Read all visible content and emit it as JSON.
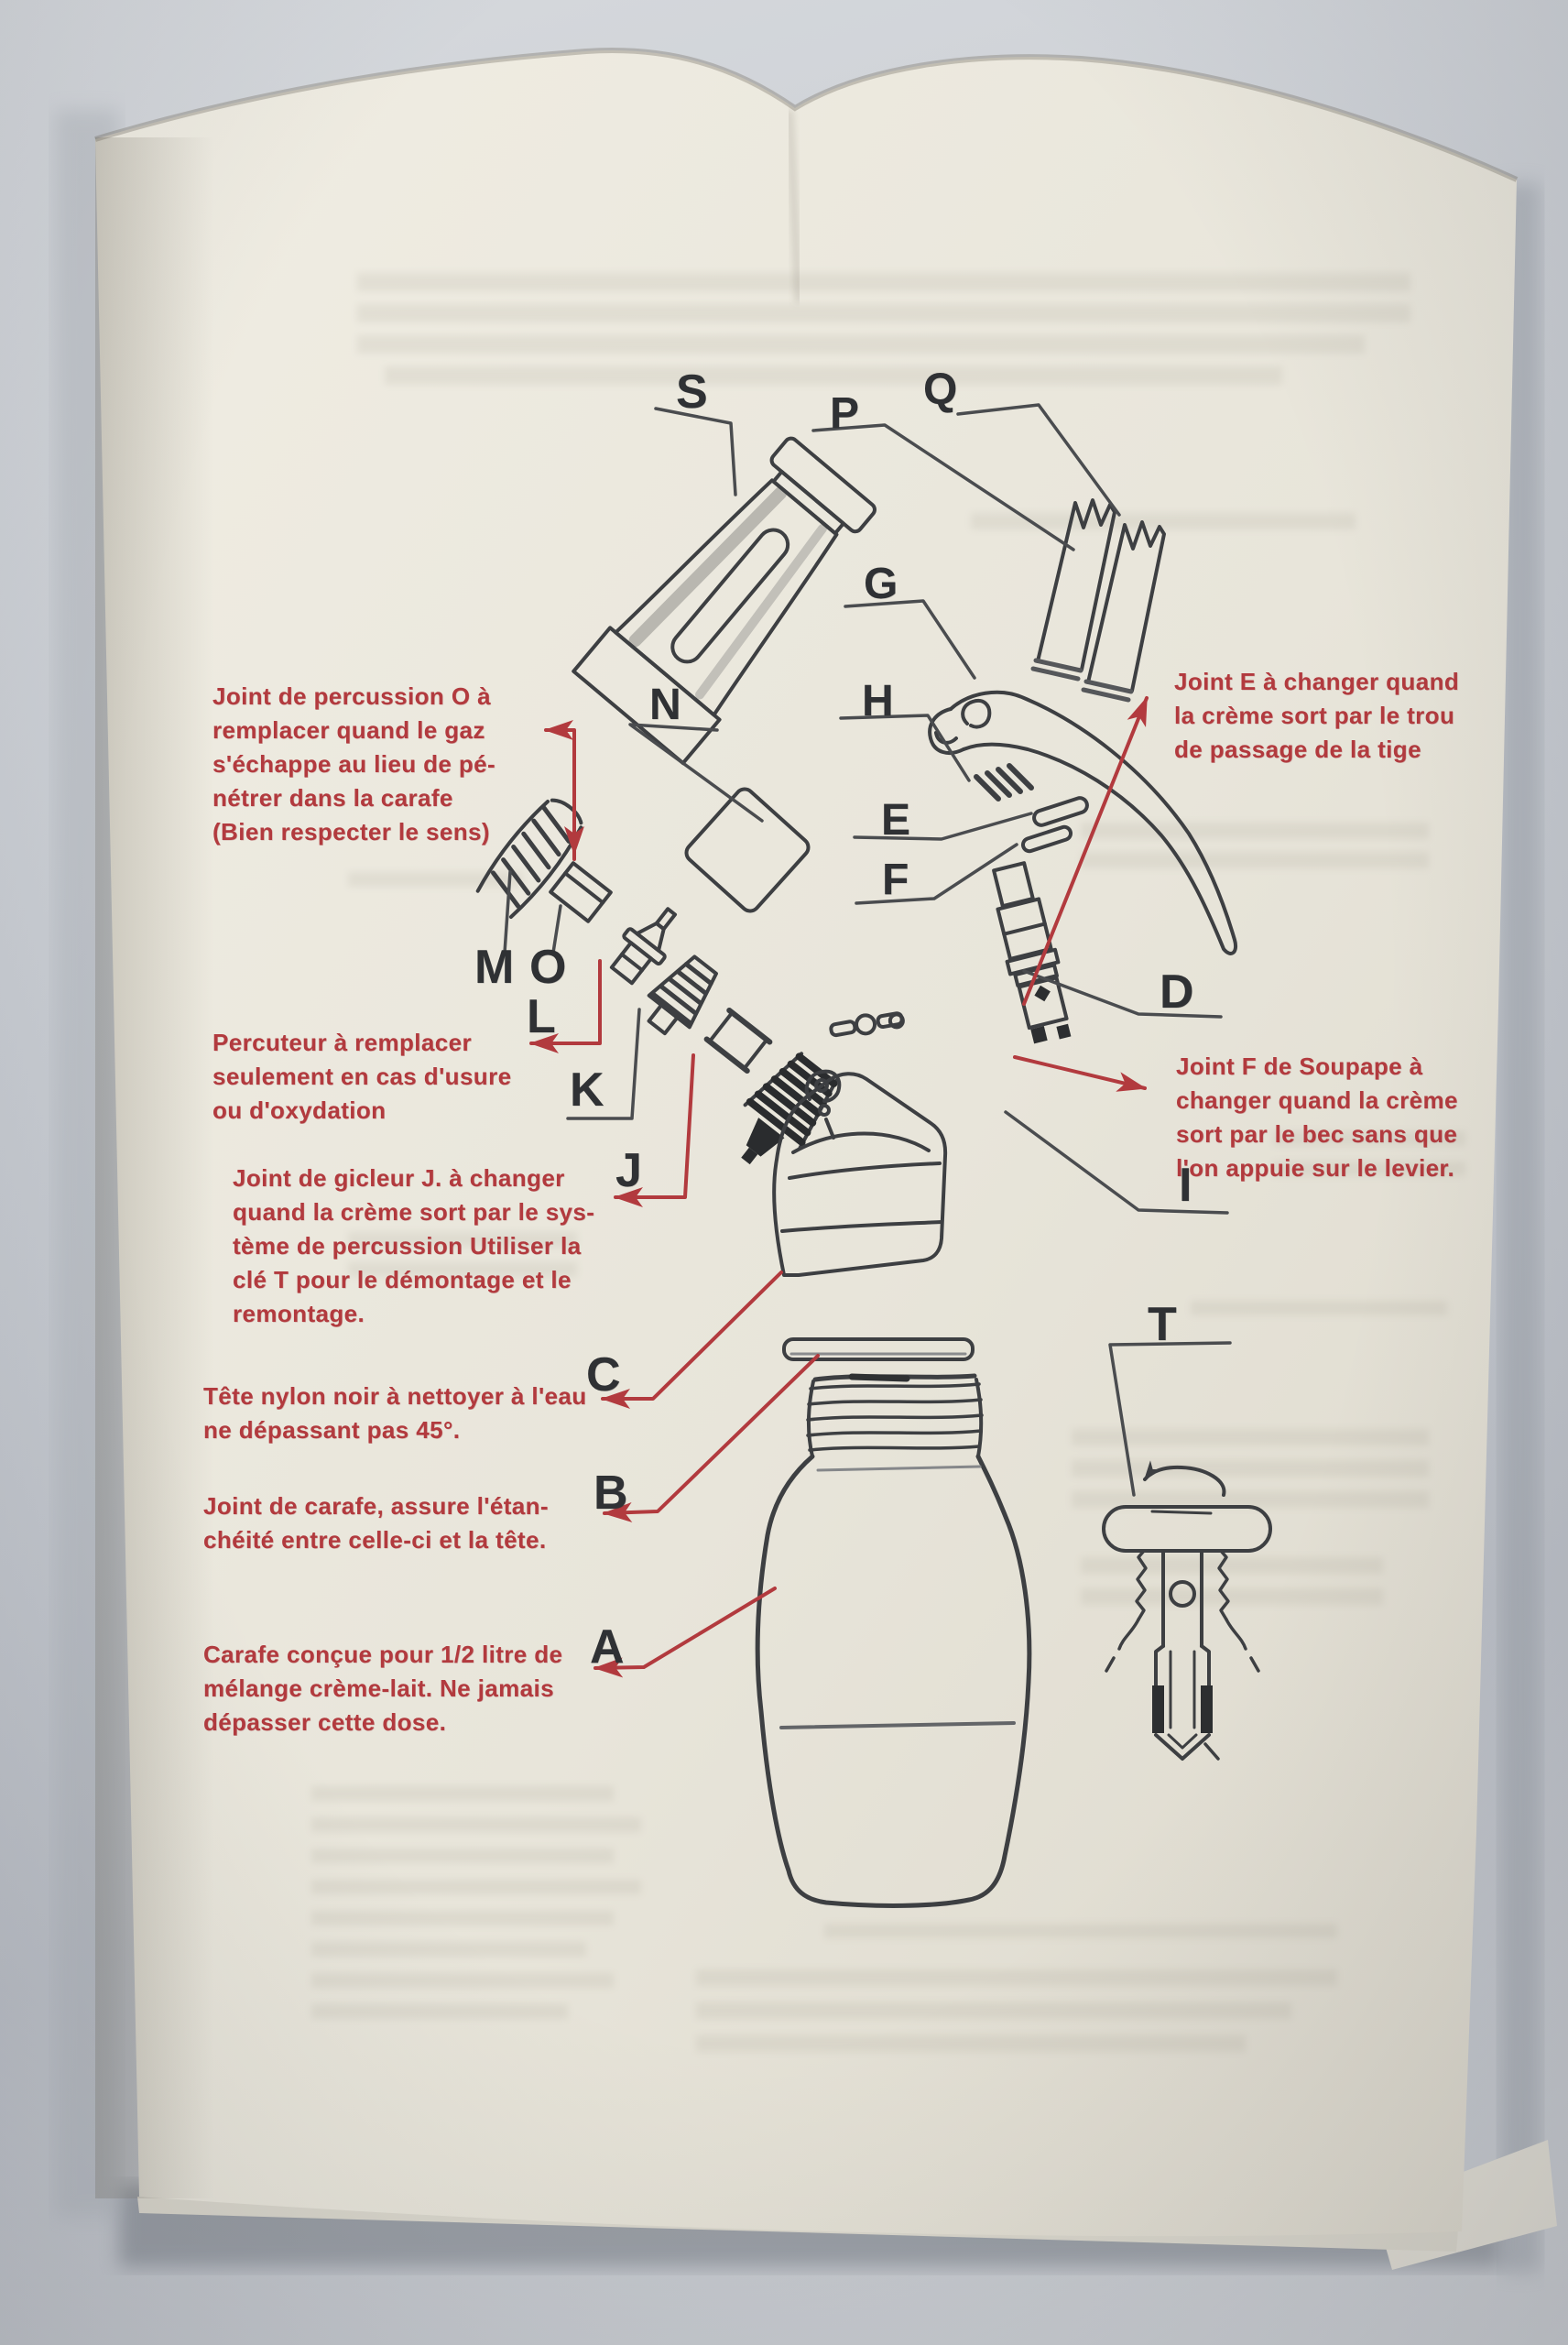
{
  "document": {
    "type": "printed-instruction-page",
    "language": "fr",
    "subject": "Exploded parts diagram of a cream whipper (siphon)"
  },
  "annotations": {
    "joint_percussion": "Joint de percussion O à\nremplacer quand le gaz\ns'échappe au lieu de pé-\nnétrer dans la carafe\n(Bien respecter le sens)",
    "joint_e": "Joint E à changer quand\nla crème sort par le trou\nde passage de la tige",
    "percuteur": "Percuteur à remplacer\nseulement en cas d'usure\nou d'oxydation",
    "joint_f": "Joint F de Soupape à\nchanger quand la crème\nsort par le bec sans que\nl'on appuie sur le levier.",
    "joint_gicleur": "Joint de gicleur J. à changer\nquand la crème sort par le sys-\ntème de percussion Utiliser la\nclé T pour le démontage et le\nremontage.",
    "tete_nylon": "Tête nylon noir à nettoyer à l'eau\nne dépassant pas 45°.",
    "joint_carafe": "Joint de carafe, assure l'étan-\nchéité entre celle-ci et la tête.",
    "carafe": "Carafe conçue pour 1/2 litre de\nmélange crème-lait. Ne jamais\ndépasser cette dose."
  },
  "letters": [
    "S",
    "P",
    "Q",
    "G",
    "N",
    "H",
    "E",
    "F",
    "D",
    "M",
    "O",
    "L",
    "K",
    "J",
    "I",
    "C",
    "B",
    "A",
    "T"
  ],
  "colors": {
    "annotation_red": "#b23a3e",
    "ink_black": "#3d3f42",
    "paper": "#e8e5da",
    "backdrop": "#c3c7cc"
  }
}
